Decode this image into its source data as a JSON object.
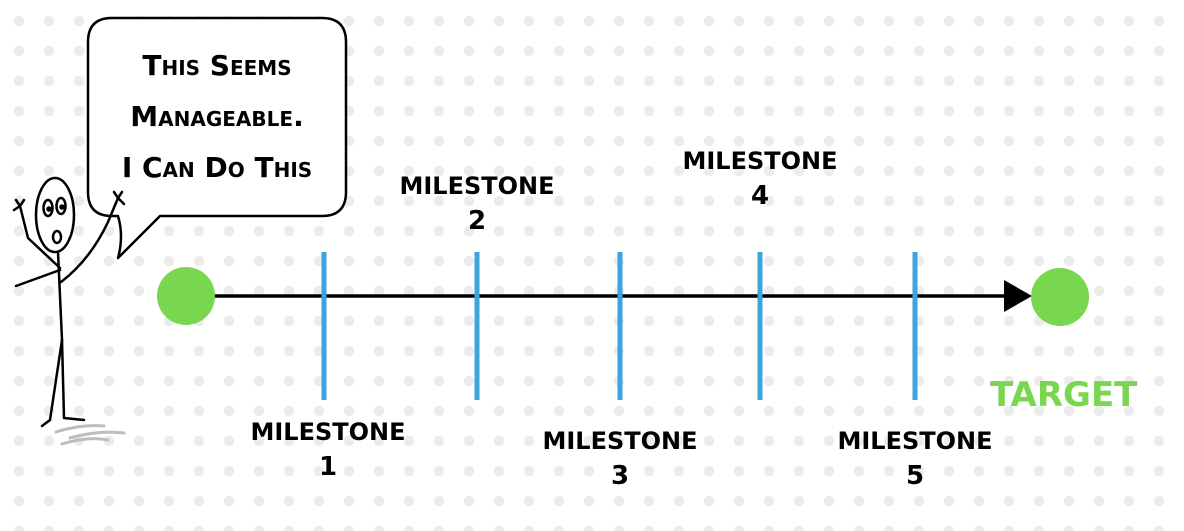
{
  "speech_bubble": {
    "lines": [
      "This Seems",
      "Manageable.",
      "I Can Do This"
    ]
  },
  "timeline": {
    "milestones": [
      {
        "word": "Milestone",
        "number": "1"
      },
      {
        "word": "Milestone",
        "number": "2"
      },
      {
        "word": "Milestone",
        "number": "3"
      },
      {
        "word": "Milestone",
        "number": "4"
      },
      {
        "word": "Milestone",
        "number": "5"
      }
    ],
    "target_label": "Target"
  },
  "colors": {
    "node": "#79d64f",
    "tick": "#3aa6dc",
    "axis": "#000000",
    "target_text": "#79d64f"
  },
  "icons": {
    "figure": "stick-figure-icon",
    "arrow": "arrowhead-icon"
  }
}
